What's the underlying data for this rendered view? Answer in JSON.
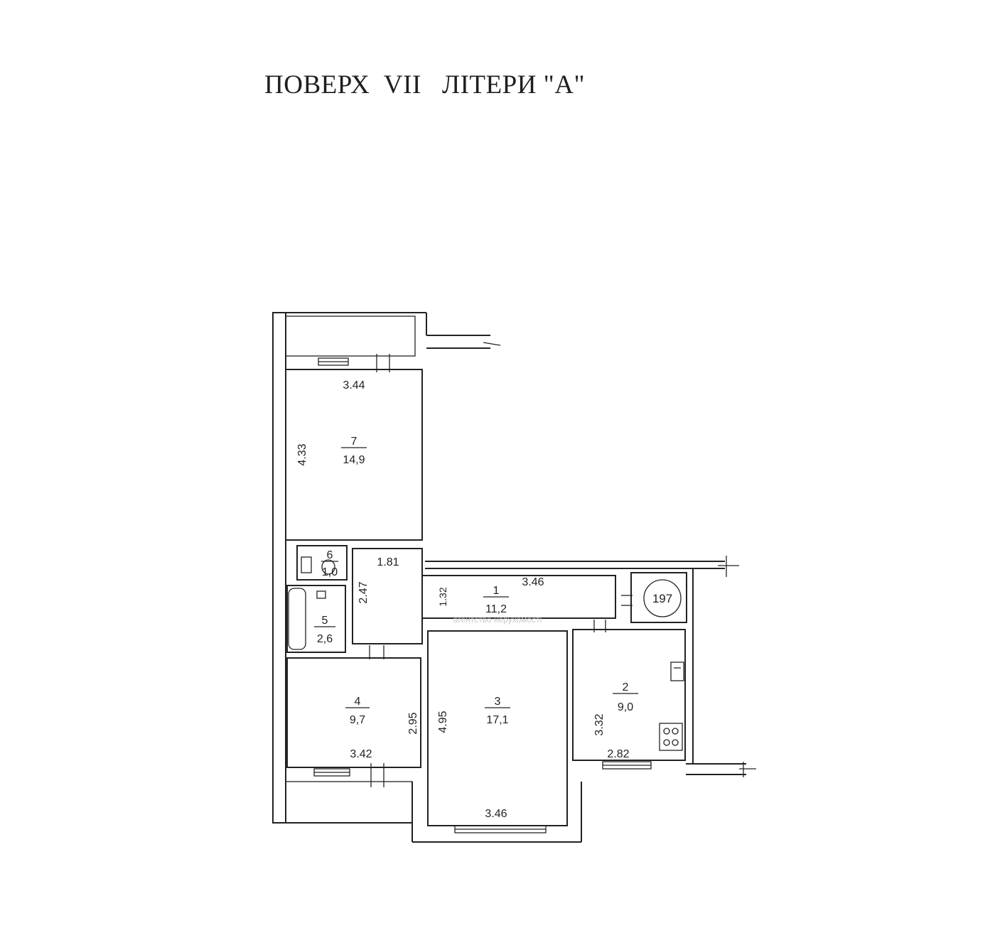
{
  "title": "ПОВЕРХ  VII   ЛІТЕРИ \"А\"",
  "apartment_number": "197",
  "rooms": [
    {
      "number": "7",
      "area": "14,9"
    },
    {
      "number": "6",
      "area": "1,0"
    },
    {
      "number": "5",
      "area": "2,6"
    },
    {
      "number": "1",
      "area": "11,2"
    },
    {
      "number": "4",
      "area": "9,7"
    },
    {
      "number": "3",
      "area": "17,1"
    },
    {
      "number": "2",
      "area": "9,0"
    }
  ],
  "dimensions": {
    "r7_width": "3.44",
    "r7_height": "4.33",
    "hall_width": "1.81",
    "hall_height": "2.47",
    "corridor_width": "3.46",
    "corridor_height": "1.32",
    "r4_height": "2.95",
    "r4_width": "3.42",
    "r3_height": "4.95",
    "r3_width": "3.46",
    "r2_height": "3.32",
    "r2_width": "2.82"
  },
  "watermark": "агентство нерухомості"
}
